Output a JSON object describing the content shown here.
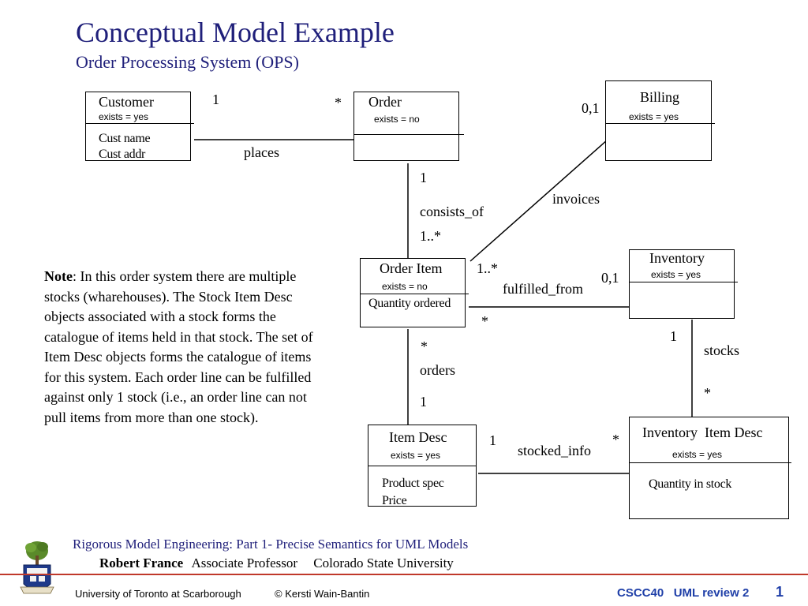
{
  "title": "Conceptual Model Example",
  "subtitle": "Order Processing System (OPS)",
  "classes": {
    "customer": {
      "name": "Customer",
      "exists": "exists = yes",
      "attrs": [
        "Cust name",
        "Cust addr"
      ]
    },
    "order": {
      "name": "Order",
      "exists": "exists = no"
    },
    "billing": {
      "name": "Billing",
      "exists": "exists = yes"
    },
    "order_item": {
      "name": "Order Item",
      "exists": "exists = no",
      "attrs": [
        "Quantity ordered"
      ]
    },
    "inventory": {
      "name": "Inventory",
      "exists": "exists = yes"
    },
    "item_desc": {
      "name": "Item Desc",
      "exists": "exists = yes",
      "attrs": [
        "Product spec",
        "Price"
      ]
    },
    "inventory_item_desc": {
      "name": "Inventory  Item Desc",
      "exists": "exists = yes",
      "attrs": [
        "Quantity in stock"
      ]
    }
  },
  "associations": {
    "places": {
      "label": "places",
      "mult_a": "1",
      "mult_b": "*"
    },
    "consists_of": {
      "label": "consists_of",
      "mult_a": "1",
      "mult_b": "1..*"
    },
    "invoices": {
      "label": "invoices",
      "mult_a": "0,1"
    },
    "fulfilled_from": {
      "label": "fulfilled_from",
      "mult_a": "1..*",
      "mult_b": "0,1",
      "mult_c": "*"
    },
    "orders": {
      "label": "orders",
      "mult_a": "*",
      "mult_b": "1"
    },
    "stocks": {
      "label": "stocks",
      "mult_a": "1",
      "mult_b": "*"
    },
    "stocked_info": {
      "label": "stocked_info",
      "mult_a": "1",
      "mult_b": "*"
    }
  },
  "note": {
    "heading": "Note",
    "text": ": In this order system there are multiple stocks (wharehouses). The Stock Item Desc objects associated with a stock forms the catalogue of items held in that stock. The set of Item Desc objects forms the catalogue of items for this system. Each order line can be fulfilled against only 1 stock (i.e., an order line can not pull items from more than one stock)."
  },
  "footer": {
    "line1": "Rigorous Model Engineering: Part 1-  Precise Semantics for UML Models",
    "author": "Robert France",
    "position": "Associate Professor",
    "university": "Colorado State University",
    "left": "University of Toronto at Scarborough",
    "copyright": "© Kersti Wain-Bantin",
    "course": "CSCC40   UML review 2",
    "page": "1"
  }
}
